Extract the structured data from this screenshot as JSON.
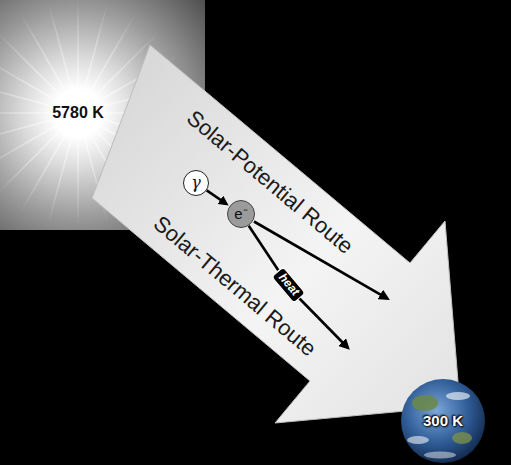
{
  "diagram": {
    "nodes": [
      {
        "text": [
          "5780 K"
        ]
      },
      {
        "text": [
          "Solar-Potential Route",
          "Solar-Thermal Route"
        ]
      },
      {
        "text": [
          "γ"
        ],
        "in": 1
      },
      {
        "text": [
          "e⁻"
        ],
        "in": 1
      },
      {
        "text": [
          "heat"
        ],
        "in": 1
      },
      {
        "text": [
          "300 K"
        ]
      }
    ],
    "edges": [
      {
        "from": 2,
        "to": 3,
        "arrow": "to"
      },
      {
        "from": 3,
        "to": 4,
        "arrow": "none"
      }
    ]
  }
}
